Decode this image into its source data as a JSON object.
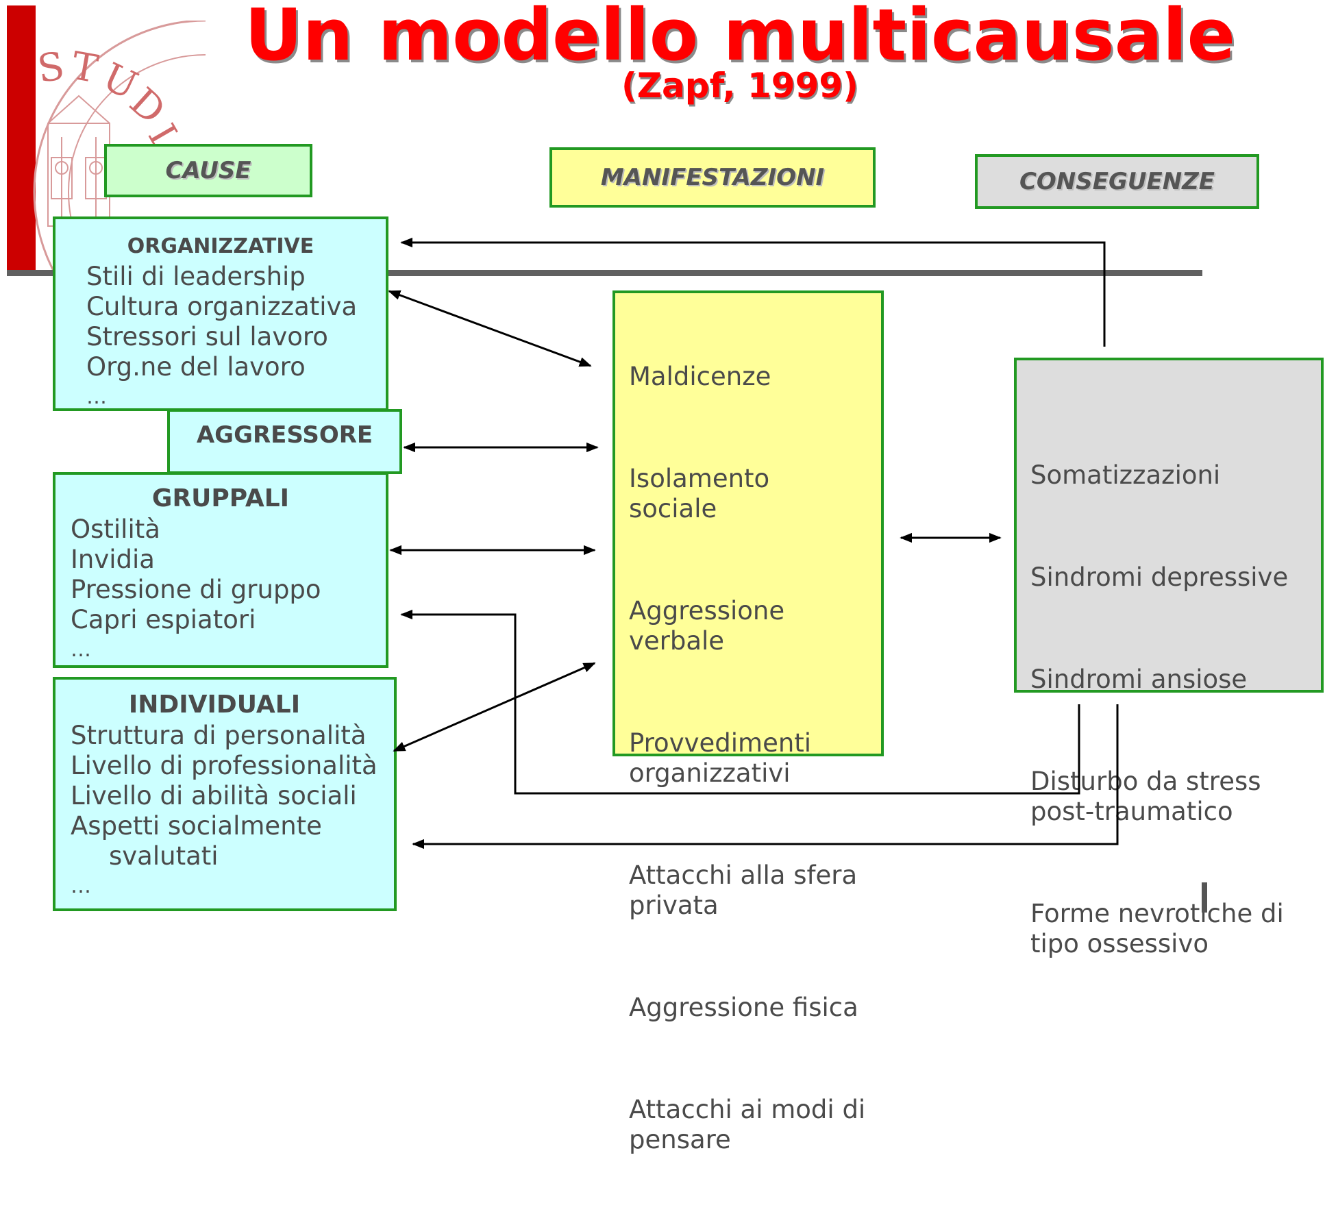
{
  "title": "Un modello multicausale",
  "subtitle": "(Zapf, 1999)",
  "seal_text": "STUDI",
  "headers": {
    "cause": "CAUSE",
    "manifestazioni": "MANIFESTAZIONI",
    "conseguenze": "CONSEGUENZE"
  },
  "organizzative": {
    "title": "ORGANIZZATIVE",
    "items": [
      "Stili di leadership",
      "Cultura organizzativa",
      "Stressori sul lavoro",
      "Org.ne del lavoro",
      "…"
    ]
  },
  "aggressore": {
    "title": "AGGRESSORE"
  },
  "gruppali": {
    "title": "GRUPPALI",
    "items": [
      "Ostilità",
      "Invidia",
      "Pressione di gruppo",
      "Capri espiatori",
      "…"
    ]
  },
  "individuali": {
    "title": "INDIVIDUALI",
    "items": [
      "Struttura di personalità",
      "Livello di professionalità",
      "Livello di abilità sociali",
      "Aspetti socialmente",
      "svalutati",
      "…"
    ]
  },
  "manifestazioni": {
    "items": [
      "Maldicenze",
      "Isolamento\nsociale",
      "Aggressione\nverbale",
      "Provvedimenti\norganizzativi",
      "Attacchi alla sfera\nprivata",
      "Aggressione fisica",
      "Attacchi ai modi di\npensare"
    ]
  },
  "conseguenze": {
    "items": [
      "Somatizzazioni",
      "Sindromi depressive",
      "Sindromi ansiose",
      "Disturbo da stress\npost-traumatico",
      "Forme nevrotiche di\ntipo ossessivo"
    ]
  }
}
